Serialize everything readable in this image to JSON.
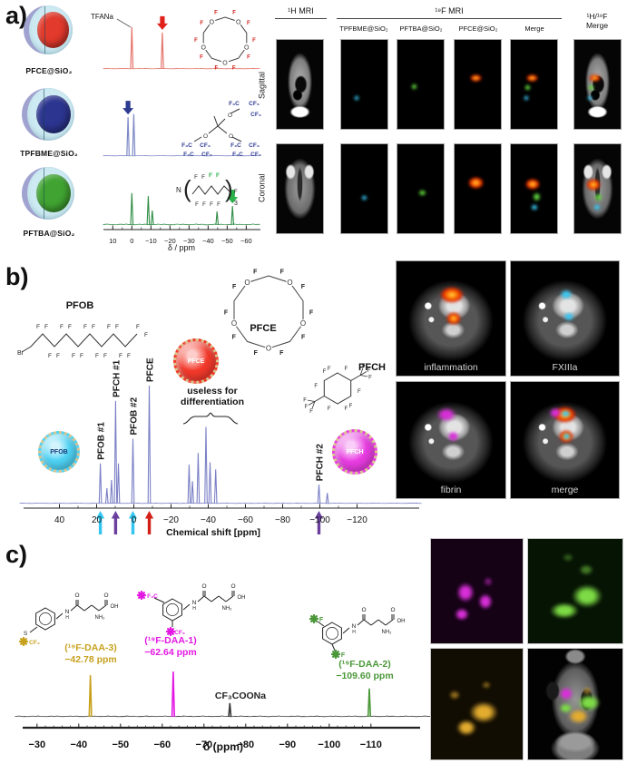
{
  "chem": {
    "f": "F",
    "o": "O",
    "br": "Br",
    "n": "N",
    "h": "H",
    "s": "S",
    "oh": "OH",
    "nh2": "NH₂",
    "f3c": "F₃C",
    "cf3": "CF₃",
    "sub3": "3"
  },
  "colors": {
    "cyan": "#39c6f2",
    "green": "#5fd13c",
    "magenta": "#d globally",
    "hot_core": "#ffe14a",
    "hot_mid": "#ff6a00",
    "hot_edge": "#d42000",
    "mag": "#d92fd9",
    "gold": "#e3ac2f",
    "grn": "#7ddc45"
  },
  "panel_a": {
    "label": "a)",
    "particles": [
      {
        "name": "PFCE@SiO₂",
        "core": "#e23a2c"
      },
      {
        "name": "TPFBME@SiO₂",
        "core": "#2c3590"
      },
      {
        "name": "PFTBA@SiO₂",
        "core": "#41a432"
      }
    ],
    "tfana": "TFANa",
    "mri": {
      "h_header": "¹H MRI",
      "f_header": "¹⁹F MRI",
      "columns": [
        "TPFBME@SiO₂",
        "PFTBA@SiO₂",
        "PFCE@SiO₂",
        "Merge"
      ],
      "hf_header_line1": "¹H/¹⁹F",
      "hf_header_line2": "Merge",
      "rows": [
        "Sagittal",
        "Coronal"
      ]
    }
  },
  "panel_b": {
    "label": "b)",
    "structures": {
      "pfob": "PFOB",
      "pfce": "PFCE",
      "pfch": "PFCH"
    },
    "spheres": [
      {
        "label": "PFOB",
        "color": "#4fd4f6",
        "text": "#123a7a"
      },
      {
        "label": "PFCE",
        "color": "#f4392b",
        "text": "#ffffff"
      },
      {
        "label": "PFCH",
        "color": "#e93ce2",
        "text": "#ffffff"
      }
    ],
    "annotation": [
      "useless for",
      "differentiation"
    ],
    "images": [
      "inflammation",
      "FXIIIa",
      "fibrin",
      "merge"
    ]
  },
  "panel_c": {
    "label": "c)",
    "compounds": [
      {
        "name": "(¹⁹F-DAA-3)",
        "shift": "−42.78 ppm",
        "color": "#c7a11d"
      },
      {
        "name": "(¹⁹F-DAA-1)",
        "shift": "−62.64 ppm",
        "color": "#e318e3"
      },
      {
        "name": "(¹⁹F-DAA-2)",
        "shift": "−109.60 ppm",
        "color": "#4b9739"
      }
    ],
    "reference": "CF₃COONa"
  },
  "chart_data": [
    {
      "id": "panel-a-19f-nmr-spectra",
      "type": "line",
      "xlabel": "δ / ppm",
      "xlim": [
        13,
        -66
      ],
      "x_ticks": [
        10,
        0,
        -10,
        -20,
        -30,
        -40,
        -50,
        -60
      ],
      "series": [
        {
          "name": "PFCE@SiO₂",
          "color": "#e5756c",
          "peaks": [
            {
              "ppm": 0,
              "rel_h": 0.84,
              "label": "TFANa"
            },
            {
              "ppm": -16,
              "rel_h": 0.73,
              "arrow": "#e0211c"
            }
          ]
        },
        {
          "name": "TPFBME@SiO₂",
          "color": "#7e89c6",
          "peaks": [
            {
              "ppm": 2,
              "rel_h": 0.78,
              "arrow": "#2c3a90"
            },
            {
              "ppm": -1,
              "rel_h": 0.84
            }
          ]
        },
        {
          "name": "PFTBA@SiO₂",
          "color": "#2e8c44",
          "peaks": [
            {
              "ppm": 0,
              "rel_h": 0.64
            },
            {
              "ppm": -8.6,
              "rel_h": 0.58
            },
            {
              "ppm": -10.7,
              "rel_h": 0.29
            },
            {
              "ppm": -44.7,
              "rel_h": 0.27
            },
            {
              "ppm": -52.8,
              "rel_h": 0.38,
              "arrow": "#2ab14a"
            }
          ]
        }
      ]
    },
    {
      "id": "panel-b-19f-nmr-spectrum",
      "type": "line",
      "xlabel": "Chemical shift [ppm]",
      "xlim": [
        50,
        -135
      ],
      "x_ticks": [
        40,
        20,
        0,
        -20,
        -40,
        -60,
        -80,
        -100,
        -120
      ],
      "color": "#7b80c5",
      "annotation": "useless for differentiation",
      "annotation_range": [
        -28,
        -50
      ],
      "peaks": [
        {
          "ppm": 18,
          "rel_h": 0.34,
          "label": "PFOB #1",
          "arrow": "#33c5ef"
        },
        {
          "ppm": 14.5,
          "rel_h": 0.13
        },
        {
          "ppm": 12,
          "rel_h": 0.2
        },
        {
          "ppm": 9.8,
          "rel_h": 0.87,
          "label": "PFCH #1",
          "arrow": "#6a3f9e"
        },
        {
          "ppm": 8.3,
          "rel_h": 0.34
        },
        {
          "ppm": 0.5,
          "rel_h": 0.55,
          "label": "PFOB #2",
          "arrow": "#33c5ef"
        },
        {
          "ppm": -8.3,
          "rel_h": 1.0,
          "label": "PFCE",
          "arrow": "#d32017"
        },
        {
          "ppm": -29.7,
          "rel_h": 0.33
        },
        {
          "ppm": -31.5,
          "rel_h": 0.19
        },
        {
          "ppm": -34.6,
          "rel_h": 0.43
        },
        {
          "ppm": -38.8,
          "rel_h": 0.65
        },
        {
          "ppm": -41,
          "rel_h": 0.35
        },
        {
          "ppm": -44,
          "rel_h": 0.29
        },
        {
          "ppm": -99.5,
          "rel_h": 0.16,
          "label": "PFCH #2",
          "arrow": "#6a3f9e"
        },
        {
          "ppm": -104,
          "rel_h": 0.09
        }
      ]
    },
    {
      "id": "panel-c-19f-nmr-spectrum",
      "type": "line",
      "xlabel": "δ (ppm)",
      "xlim": [
        -27,
        -118
      ],
      "x_ticks": [
        -30,
        -40,
        -50,
        -60,
        -70,
        -80,
        -90,
        -100,
        -110
      ],
      "peaks": [
        {
          "ppm": -42.78,
          "rel_h": 0.88,
          "color": "#c7a11d",
          "label": "(¹⁹F-DAA-3)"
        },
        {
          "ppm": -62.64,
          "rel_h": 0.96,
          "color": "#e318e3",
          "label": "(¹⁹F-DAA-1)"
        },
        {
          "ppm": -76.2,
          "rel_h": 0.29,
          "color": "#3a3a3a",
          "label": "CF₃COONa"
        },
        {
          "ppm": -109.6,
          "rel_h": 0.6,
          "color": "#4b9739",
          "label": "(¹⁹F-DAA-2)"
        }
      ]
    }
  ]
}
